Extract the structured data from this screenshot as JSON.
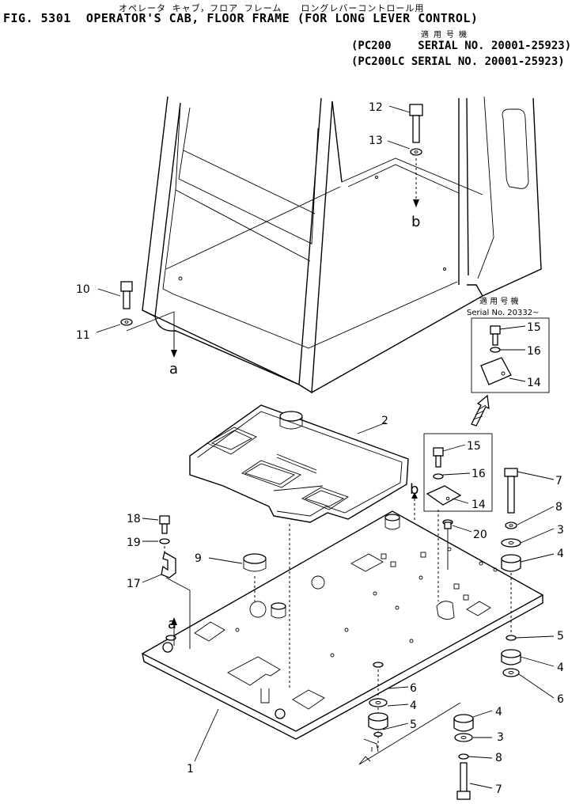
{
  "header": {
    "jp_title": "オペレータ キャブ，フロア フレーム　　ロングレバーコントロール用",
    "fig_title": "FIG. 5301  OPERATOR'S CAB, FLOOR FRAME (FOR LONG LEVER CONTROL)",
    "jp_applicability": "適 用 号 機",
    "serial_lines": [
      "(PC200    SERIAL NO. 20001-25923)",
      "(PC200LC SERIAL NO. 20001-25923)"
    ]
  },
  "inset": {
    "jp_applicability": "適 用 号 機",
    "serial": "Serial No. 20332~"
  },
  "parts": {
    "p1": "1",
    "p2": "2",
    "p3a": "3",
    "p3b": "3",
    "p4a": "4",
    "p4b": "4",
    "p4c": "4",
    "p4d": "4",
    "p5a": "5",
    "p5b": "5",
    "p6a": "6",
    "p6b": "6",
    "p7a": "7",
    "p7b": "7",
    "p8a": "8",
    "p8b": "8",
    "p9": "9",
    "p10": "10",
    "p11": "11",
    "p12": "12",
    "p13": "13",
    "p14a": "14",
    "p14b": "14",
    "p15a": "15",
    "p15b": "15",
    "p16a": "16",
    "p16b": "16",
    "p17": "17",
    "p18": "18",
    "p19": "19",
    "p20": "20"
  },
  "refs": {
    "a_top": "a",
    "a_bottom": "a",
    "b_top": "b",
    "b_bottom": "b"
  }
}
